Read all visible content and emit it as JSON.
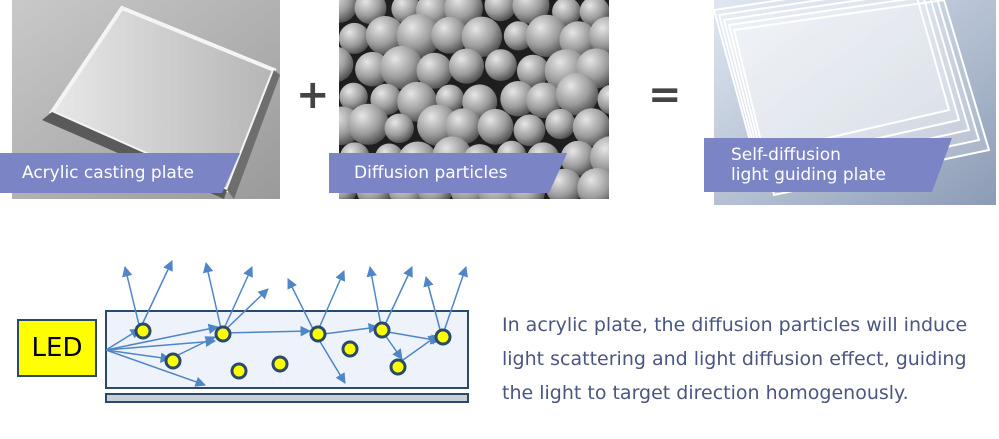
{
  "panels": [
    {
      "id": "acrylic",
      "caption_lines": [
        "Acrylic casting plate"
      ]
    },
    {
      "id": "particles",
      "caption_lines": [
        "Diffusion particles"
      ]
    },
    {
      "id": "result",
      "caption_lines": [
        "Self-diffusion",
        "light guiding plate"
      ]
    }
  ],
  "operators": {
    "plus": "+",
    "equals": "="
  },
  "led": {
    "label": "LED"
  },
  "description": {
    "lines": [
      "In acrylic plate, the diffusion particles will induce",
      "light scattering and light diffusion effect, guiding",
      "the light to target direction homogenously."
    ]
  },
  "colors": {
    "caption_band": "#7b84c4",
    "text": "#4a5580",
    "arrow": "#4f86c6",
    "particle_fill": "#ffff00",
    "particle_stroke": "#2b4a6b",
    "plate_fill": "#eef3fb",
    "plate_stroke": "#2b4a6b"
  }
}
